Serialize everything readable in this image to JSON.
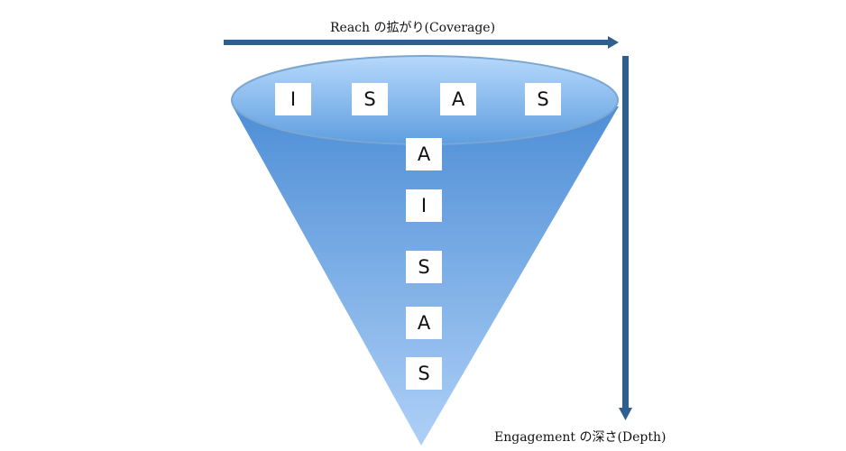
{
  "axes": {
    "horizontal_label": "Reach の拡がり(Coverage)",
    "vertical_label": "Engagement の深さ(Depth)"
  },
  "top_row": [
    "I",
    "S",
    "A",
    "S"
  ],
  "column": [
    "A",
    "I",
    "S",
    "A",
    "S"
  ],
  "colors": {
    "arrow": "#2e5f8e",
    "cone_top": "#4e8ed6",
    "cone_bottom": "#a8cdf7"
  }
}
